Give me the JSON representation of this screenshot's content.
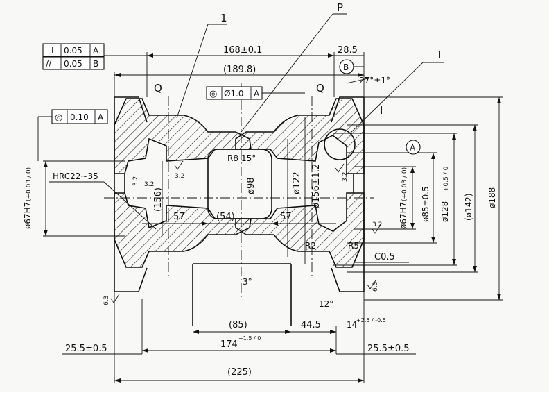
{
  "callouts": {
    "one": "1",
    "p": "P",
    "q_left": "Q",
    "q_right": "Q",
    "i_upper": "I",
    "i_lower": "I"
  },
  "gdt": {
    "perp": {
      "symbol": "⊥",
      "value": "0.05",
      "datum": "A"
    },
    "parallel": {
      "symbol": "//",
      "value": "0.05",
      "datum": "B"
    },
    "coax_top": {
      "symbol": "◎",
      "value": "Ø1.0",
      "datum": "A"
    },
    "coax_left": {
      "symbol": "◎",
      "value": "0.10",
      "datum": "A"
    }
  },
  "datums": {
    "b": "B",
    "a": "A"
  },
  "dims": {
    "d168": "168±0.1",
    "d28_5": "28.5",
    "d189_8": "(189.8)",
    "d27deg": "27°±1°",
    "d156paren": "(156)",
    "d57_left": "57",
    "d54": "(54)",
    "d57_right": "57",
    "d98": "ø98",
    "d122": "ø122",
    "d156": "ø156±1.2",
    "d67_left": "ø67H7",
    "d67_right": "ø67H7",
    "d67_tol": "(+0.03 / 0)",
    "d85": "ø85±0.5",
    "d128": "ø128",
    "d128_tol": "+0.5 / 0",
    "d142": "(ø142)",
    "d188": "ø188",
    "d85paren": "(85)",
    "d44_5": "44.5",
    "d14": "14",
    "d14_tol": "+2.5 / -0.5",
    "d174": "174",
    "d174_tol": "+1.5 / 0",
    "d25_left": "25.5±0.5",
    "d25_right": "25.5±0.5",
    "d225": "(225)",
    "r8": "R8",
    "deg15": "15°",
    "r2": "R2",
    "r5": "R5",
    "c05": "C0.5",
    "deg3": "3°",
    "deg12": "12°"
  },
  "notes": {
    "hrc": "HRC22~35"
  },
  "roughness": {
    "r32_a": "3.2",
    "r32_b": "3.2",
    "r32_c": "3.2",
    "r32_d": "3.2",
    "r32_e": "3.2",
    "r63_left": "6.3",
    "r63_right": "6.3"
  }
}
